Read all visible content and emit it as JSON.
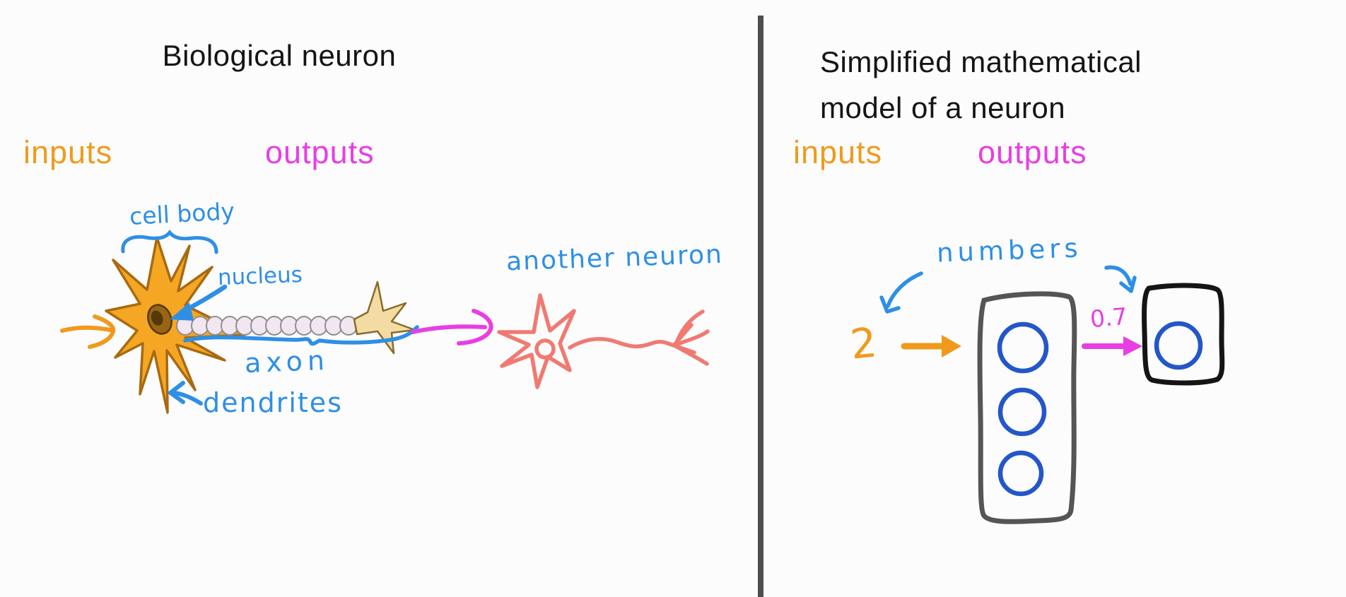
{
  "left_panel": {
    "title": "Biological neuron",
    "inputs_label": "inputs",
    "outputs_label": "outputs",
    "annotations": {
      "cell_body": "cell body",
      "nucleus": "nucleus",
      "axon": "axon",
      "dendrites": "dendrites",
      "another_neuron": "another neuron"
    }
  },
  "right_panel": {
    "title_line1": "Simplified mathematical",
    "title_line2": "model of a neuron",
    "inputs_label": "inputs",
    "outputs_label": "outputs",
    "annotations": {
      "numbers": "numbers",
      "input_value": "2",
      "output_value": "0.7"
    }
  },
  "colors": {
    "orange": "#f09a1d",
    "magenta": "#e93ee3",
    "hand_blue": "#2e8fe6",
    "node_blue": "#2356c9",
    "salmon": "#f07a72",
    "neuron_fill": "#f5a623",
    "neuron_outline": "#a86a10",
    "divider_gray": "#4e4e4e",
    "box_gray": "#555555",
    "box_black": "#151515"
  }
}
